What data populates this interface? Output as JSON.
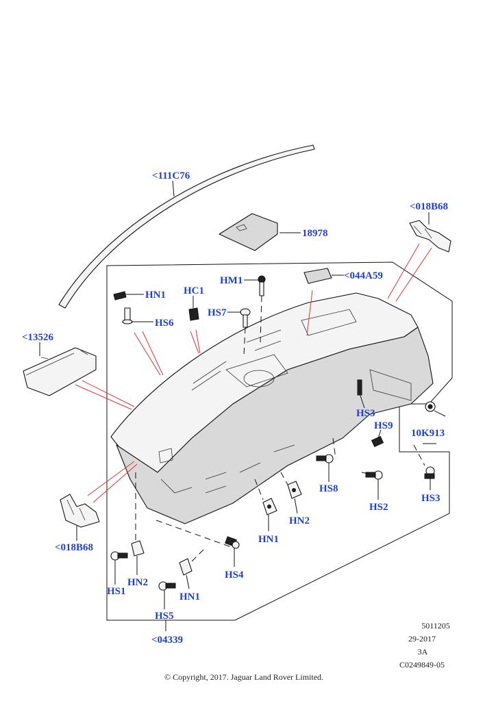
{
  "callouts": {
    "c111C76": "<111C76",
    "c018B68_top": "<018B68",
    "c18978": "18978",
    "cHM1": "HM1",
    "c044A59": "<044A59",
    "cHN1_top": "HN1",
    "cHC1": "HC1",
    "cHS7": "HS7",
    "cHS6": "HS6",
    "c13526": "<13526",
    "cHS3_right": "HS3",
    "cHS9": "HS9",
    "c10K913": "10K913",
    "cHS8": "HS8",
    "cHS2": "HS2",
    "cHS3_low": "HS3",
    "cHN2_right": "HN2",
    "cHN1_mid": "HN1",
    "c018B68_left": "<018B68",
    "cHS4": "HS4",
    "cHS1": "HS1",
    "cHN2_left": "HN2",
    "cHN1_low": "HN1",
    "cHS5": "HS5",
    "c04339": "<04339"
  },
  "reference": {
    "line1": "5011205",
    "line2": "29-2017",
    "line3": "3A",
    "line4": "C0249849-05"
  },
  "copyright": "© Copyright, 2017. Jaguar Land Rover Limited."
}
